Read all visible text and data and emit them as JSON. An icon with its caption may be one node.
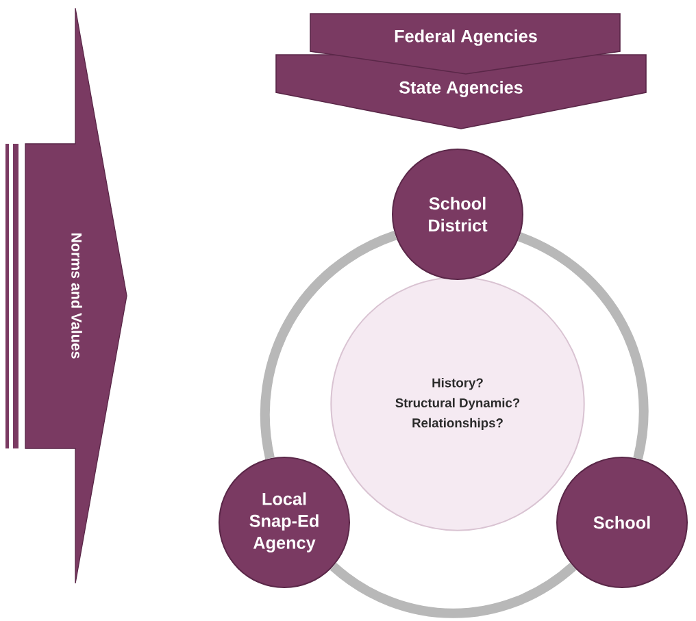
{
  "diagram": {
    "nodes": [
      {
        "text": [
          "Norms and Values"
        ]
      },
      {
        "text": [
          "Federal Agencies"
        ]
      },
      {
        "text": [
          "State Agencies"
        ]
      },
      {
        "text": [
          "School District"
        ]
      },
      {
        "text": [
          "History?",
          "Structural Dynamic?",
          "Relationships?"
        ]
      },
      {
        "text": [
          "Local Snap-Ed Agency"
        ]
      },
      {
        "text": [
          "School"
        ]
      }
    ],
    "edges": [
      {
        "from": 3,
        "to": 6,
        "arrow": "none"
      },
      {
        "from": 6,
        "to": 5,
        "arrow": "none"
      },
      {
        "from": 5,
        "to": 3,
        "arrow": "none"
      }
    ]
  }
}
